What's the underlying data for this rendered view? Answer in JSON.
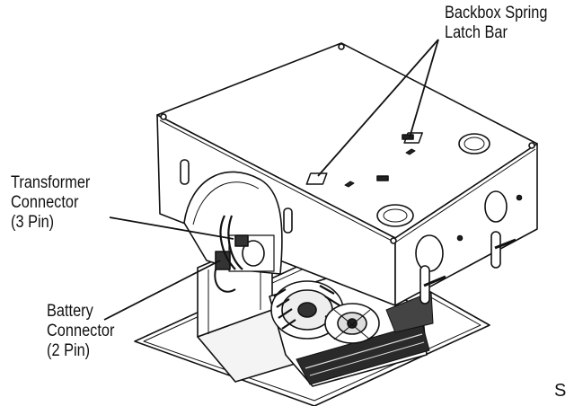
{
  "labels": {
    "backbox": {
      "line1": "Backbox Spring",
      "line2": "Latch Bar"
    },
    "transformer": {
      "line1": "Transformer",
      "line2": "Connector",
      "line3": "(3 Pin)"
    },
    "battery": {
      "line1": "Battery",
      "line2": "Connector",
      "line3": "(2 Pin)"
    },
    "corner": "S"
  },
  "colors": {
    "stroke": "#111111",
    "fill": "#ffffff",
    "shade": "#555555",
    "dark": "#1a1a1a"
  }
}
